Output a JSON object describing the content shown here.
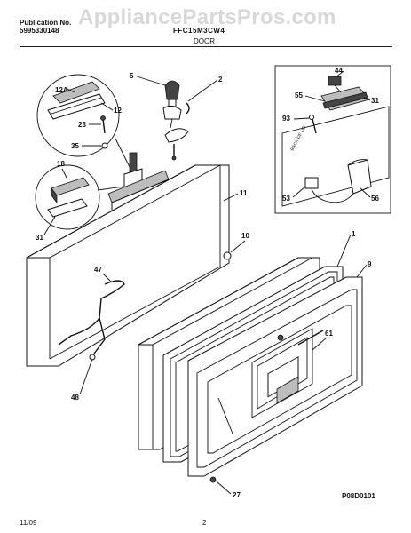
{
  "watermark": "AppliancePartsPros.com",
  "header": {
    "publication_label": "Publication No.",
    "publication_number": "5995330148",
    "model": "FFC15M3CW4",
    "section": "DOOR"
  },
  "footer": {
    "date": "11/09",
    "page": "2",
    "diagram_code": "P08D0101"
  },
  "inset_text": "BACK OF LID",
  "callouts": {
    "c12a": "12A",
    "c12": "12",
    "c23": "23",
    "c35": "35",
    "c5": "5",
    "c2": "2",
    "c18": "18",
    "c31a": "31",
    "c11": "11",
    "c10": "10",
    "c1": "1",
    "c9": "9",
    "c47": "47",
    "c48": "48",
    "c61": "61",
    "c27": "27",
    "c44": "44",
    "c55": "55",
    "c31b": "31",
    "c93": "93",
    "c53": "53",
    "c56": "56"
  }
}
